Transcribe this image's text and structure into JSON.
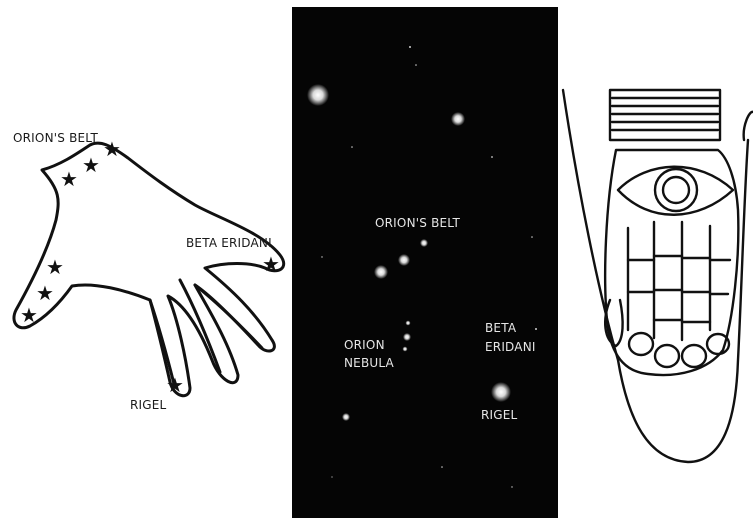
{
  "hand_diagram": {
    "labels": {
      "orions_belt": "ORION'S BELT",
      "beta_eridani": "BETA ERIDANI",
      "rigel": "RIGEL"
    }
  },
  "star_photo": {
    "labels": {
      "orions_belt": "ORION'S BELT",
      "orion_nebula_line1": "ORION",
      "orion_nebula_line2": "NEBULA",
      "beta_eridani_line1": "BETA",
      "beta_eridani_line2": "ERIDANI",
      "rigel": "RIGEL"
    }
  },
  "colors": {
    "ink": "#111111",
    "sky": "#050505",
    "star": "#ffffff"
  }
}
